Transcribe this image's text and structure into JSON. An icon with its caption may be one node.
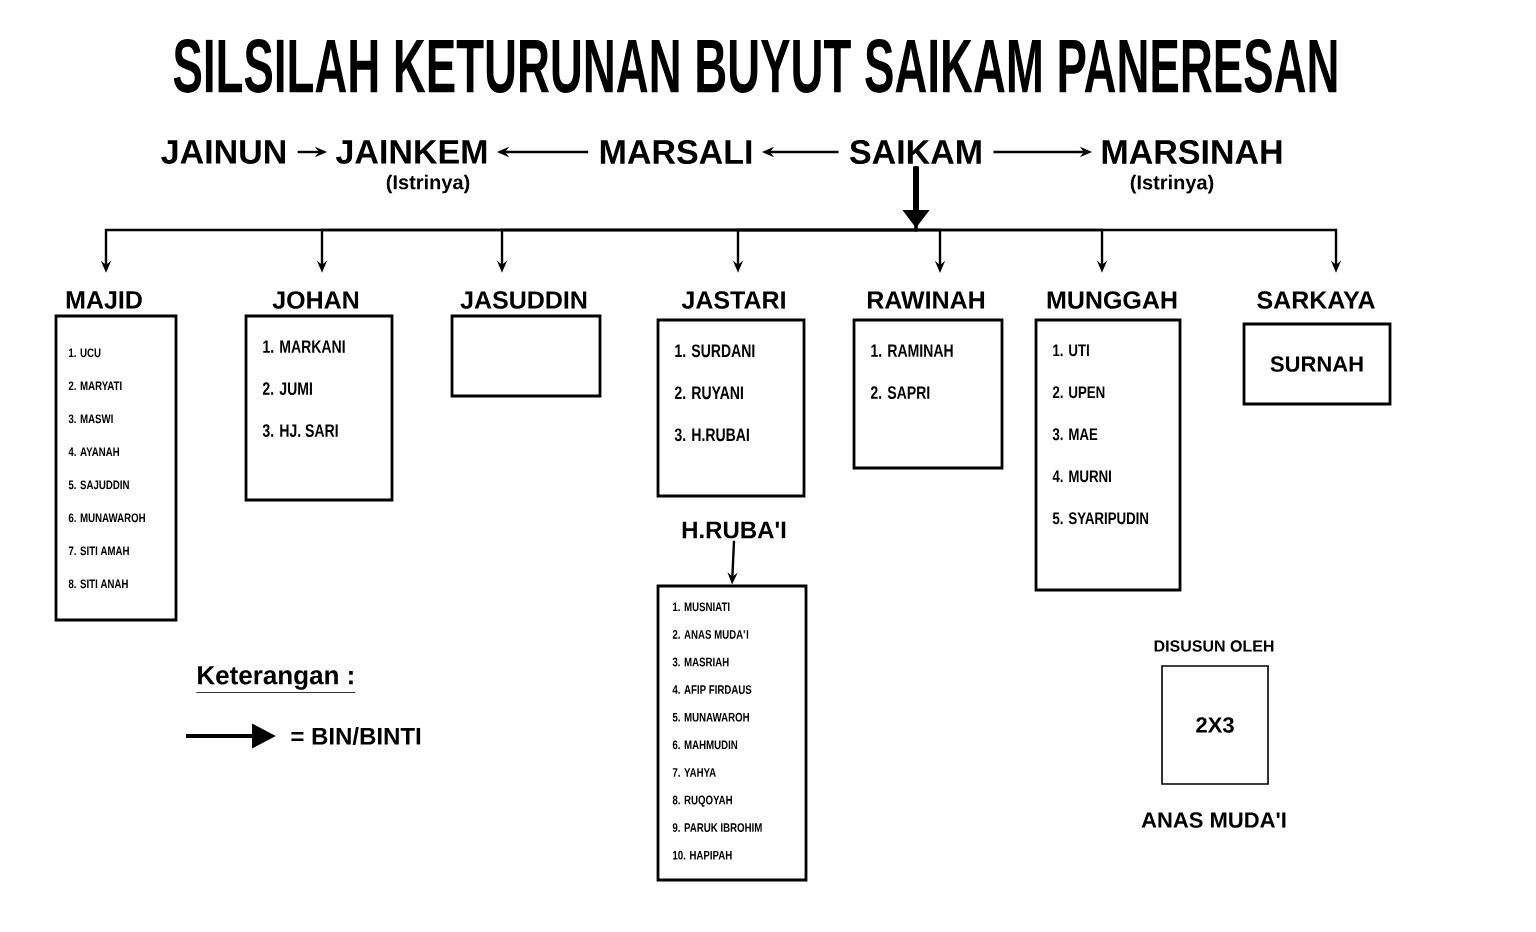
{
  "diagram": {
    "title": "SILSILAH KETURUNAN BUYUT SAIKAM PANERESAN",
    "nodes": [
      {
        "text": [
          "JAINUN"
        ]
      },
      {
        "text": [
          "JAINKEM",
          "(Istrinya)"
        ]
      },
      {
        "text": [
          "MARSALI"
        ]
      },
      {
        "text": [
          "SAIKAM"
        ]
      },
      {
        "text": [
          "MARSINAH",
          "(Istrinya)"
        ]
      },
      {
        "text": [
          "MAJID",
          "1. UCU",
          "2. MARYATI",
          "3. MASWI",
          "4. AYANAH",
          "5. SAJUDDIN",
          "6. MUNAWAROH",
          "7. SITI AMAH",
          "8. SITI ANAH"
        ]
      },
      {
        "text": [
          "JOHAN",
          "1. MARKANI",
          "2. JUMI",
          "3. HJ. SARI"
        ]
      },
      {
        "text": [
          "JASUDDIN"
        ]
      },
      {
        "text": [
          "JASTARI",
          "1. SURDANI",
          "2. RUYANI",
          "3. H.RUBAI"
        ]
      },
      {
        "text": [
          "RAWINAH",
          "1. RAMINAH",
          "2. SAPRI"
        ]
      },
      {
        "text": [
          "MUNGGAH",
          "1. UTI",
          "2. UPEN",
          "3. MAE",
          "4. MURNI",
          "5. SYARIPUDIN"
        ]
      },
      {
        "text": [
          "SARKAYA",
          "SURNAH"
        ]
      },
      {
        "text": [
          "H.RUBA'I"
        ]
      },
      {
        "text": [
          "1. MUSNIATI",
          "2. ANAS MUDA'I",
          "3. MASRIAH",
          "4. AFIP FIRDAUS",
          "5. MUNAWAROH",
          "6. MAHMUDIN",
          "7. YAHYA",
          "8. RUQOYAH",
          "9. PARUK IBROHIM",
          "10. HAPIPAH"
        ]
      },
      {
        "text": [
          "DISUSUN OLEH",
          "2X3"
        ],
        "beside": [
          "ANAS MUDA'I"
        ]
      }
    ],
    "edges": [
      {
        "from": 0,
        "to": 1,
        "arrow": "to"
      },
      {
        "from": 2,
        "to": 1,
        "arrow": "to"
      },
      {
        "from": 3,
        "to": 2,
        "arrow": "to"
      },
      {
        "from": 3,
        "to": 4,
        "arrow": "to"
      },
      {
        "from": 3,
        "to": 5,
        "arrow": "to"
      },
      {
        "from": 3,
        "to": 6,
        "arrow": "to"
      },
      {
        "from": 3,
        "to": 7,
        "arrow": "to"
      },
      {
        "from": 3,
        "to": 8,
        "arrow": "to"
      },
      {
        "from": 3,
        "to": 9,
        "arrow": "to"
      },
      {
        "from": 3,
        "to": 10,
        "arrow": "to"
      },
      {
        "from": 3,
        "to": 11,
        "arrow": "to"
      },
      {
        "from": 12,
        "to": 13,
        "arrow": "to"
      }
    ],
    "labels": [
      "Keterangan :"
    ],
    "legend": [
      {
        "text": "= BIN/BINTI"
      }
    ]
  }
}
